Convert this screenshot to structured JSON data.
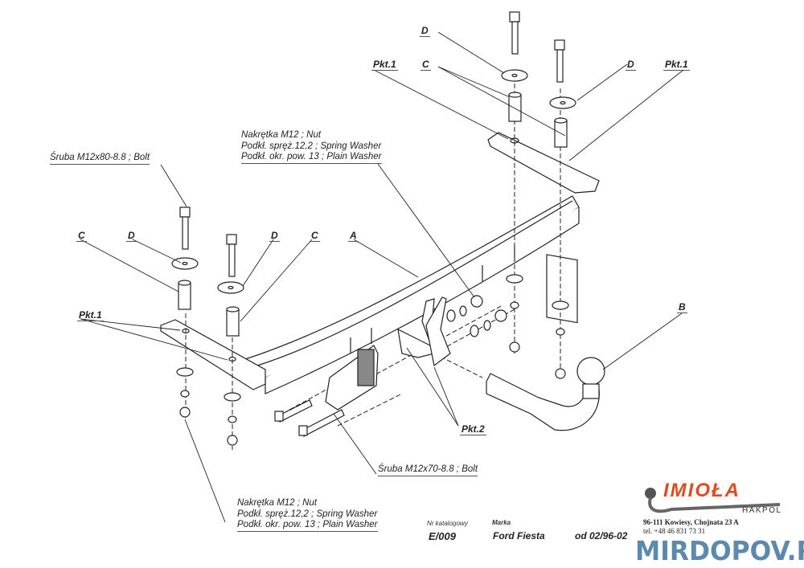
{
  "labels": {
    "pkt1_top_left": "Pkt.1",
    "pkt1_top_right": "Pkt.1",
    "pkt1_left": "Pkt.1",
    "pkt2": "Pkt.2",
    "d_top_left": "D",
    "d_top_right": "D",
    "c_top": "C",
    "c_left": "C",
    "d_left": "D",
    "d_mid": "D",
    "c_mid": "C",
    "a": "A",
    "b": "B"
  },
  "notes": {
    "top_nut": [
      "Nakrętka  M12 ; Nut",
      "Podkł. spręż.12,2 ; Spring Washer",
      "Podkł. okr. pow. 13 ; Plain Washer"
    ],
    "bolt_80": "Śruba M12x80-8.8 ;  Bolt",
    "bolt_70": "Śruba M12x70-8.8 ;  Bolt",
    "bottom_nut": [
      "Nakrętka  M12 ; Nut",
      "Podkł. spręż.12,2 ; Spring Washer",
      "Podkł. okr. pow. 13 ; Plain Washer"
    ]
  },
  "title_block": {
    "catalog_label": "Nr katalogowy",
    "catalog_no": "E/009",
    "make_label": "Marka",
    "make": "Ford Fiesta",
    "date": "od  02/96-02"
  },
  "brand": {
    "logo_text": "IMIOŁA",
    "logo_sub": "HAKPOL",
    "address": "96-111 Kowiesy, Chojnata 23 A",
    "phone": "tel. +48 46 831 73 31",
    "color": "#e04a1f"
  },
  "watermark": "MIRDOPOV.RU"
}
